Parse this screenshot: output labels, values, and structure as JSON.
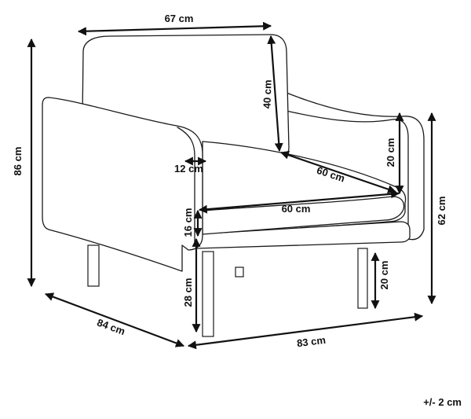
{
  "diagram": {
    "subject": "armchair dimensions",
    "dimensions": {
      "seat_top_width": "67 cm",
      "backrest_height": "40 cm",
      "total_height": "86 cm",
      "armrest_width": "12 cm",
      "armrest_height_above_seat": "20 cm",
      "seat_depth": "60 cm",
      "seat_width": "60 cm",
      "height_to_armrest": "62 cm",
      "cushion_thickness": "16 cm",
      "seat_height_from_floor": "28 cm",
      "leg_height": "20 cm",
      "total_depth": "84 cm",
      "total_width": "83 cm"
    },
    "tolerance": "+/- 2 cm"
  }
}
